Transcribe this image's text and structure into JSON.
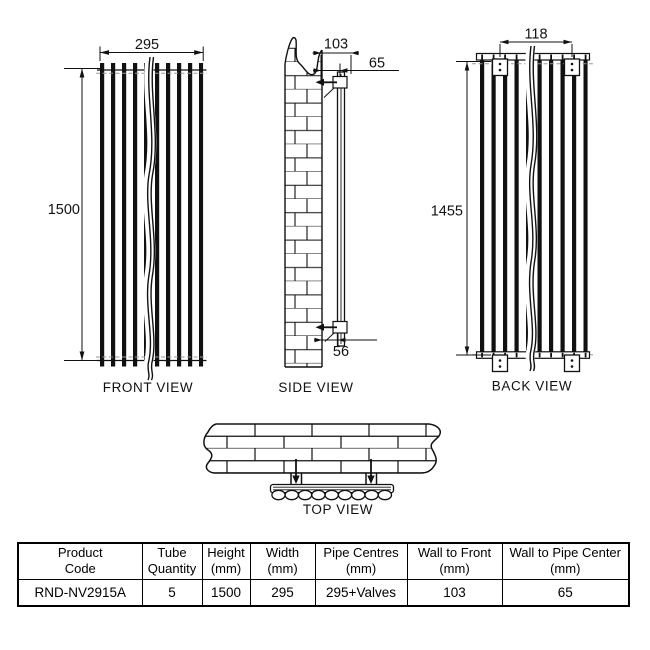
{
  "views": {
    "front": {
      "label": "FRONT VIEW",
      "width_dim": "295",
      "height_dim": "1500"
    },
    "side": {
      "label": "SIDE VIEW",
      "wall_to_front_dim": "103",
      "wall_to_pipe_dim": "65",
      "bottom_pipe_dim": "56"
    },
    "back": {
      "label": "BACK VIEW",
      "bracket_centres_dim": "118",
      "bracket_height_dim": "1455"
    },
    "top": {
      "label": "TOP VIEW"
    }
  },
  "table": {
    "headers": [
      {
        "l1": "Product",
        "l2": "Code"
      },
      {
        "l1": "Tube",
        "l2": "Quantity"
      },
      {
        "l1": "Height",
        "l2": "(mm)"
      },
      {
        "l1": "Width",
        "l2": "(mm)"
      },
      {
        "l1": "Pipe Centres",
        "l2": "(mm)"
      },
      {
        "l1": "Wall to Front",
        "l2": "(mm)"
      },
      {
        "l1": "Wall to Pipe Center",
        "l2": "(mm)"
      }
    ],
    "row": [
      "RND-NV2915A",
      "5",
      "1500",
      "295",
      "295+Valves",
      "103",
      "65"
    ]
  },
  "colors": {
    "line": "#111111",
    "dashed": "#9a9a9a",
    "background": "#ffffff"
  }
}
